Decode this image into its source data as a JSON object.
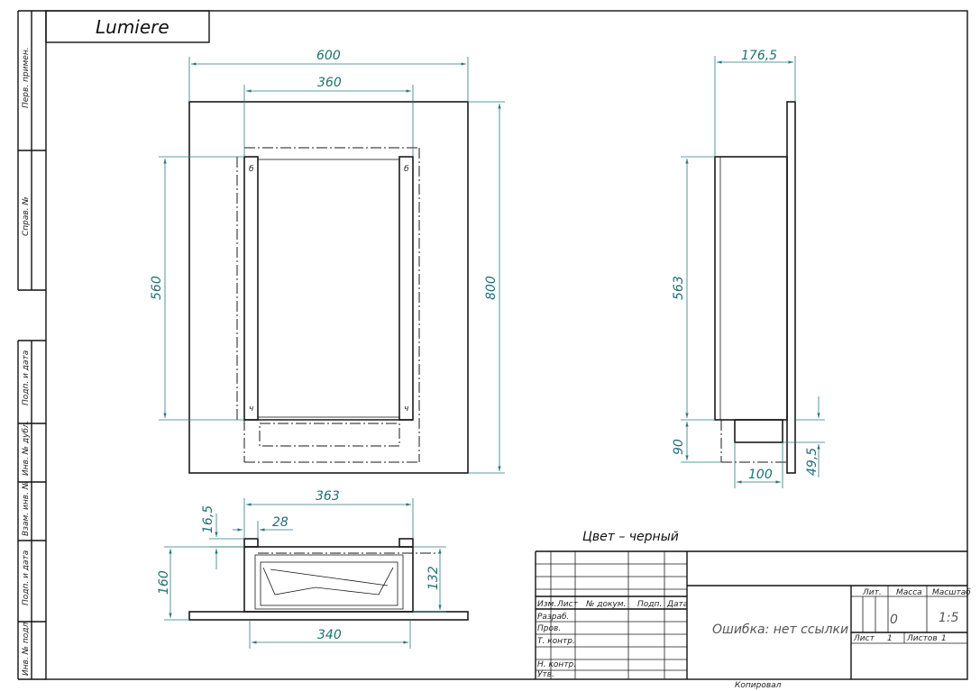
{
  "brand": "Lumiere",
  "note": "Цвет – черный",
  "side_labels": [
    "Перв. примен.",
    "Справ. №",
    "Подп. и дата",
    "Инв. № дубл.",
    "Взам. инв. №",
    "Подп. и дата",
    "Инв. № подл."
  ],
  "front_view": {
    "width_outer": "600",
    "width_inner": "360",
    "height_outer": "800",
    "height_inner": "560",
    "corner_marks": [
      "б",
      "б",
      "ч",
      "ч"
    ]
  },
  "side_view": {
    "depth_total": "176,5",
    "height_body": "563",
    "gap_bottom": "90",
    "bottom_width": "100",
    "offset_small": "49,5"
  },
  "top_view": {
    "width_top": "363",
    "offset_side": "28",
    "offset_top": "16,5",
    "height_left": "160",
    "height_right": "132",
    "width_bottom": "340"
  },
  "title_block": {
    "headers": [
      "Изм.",
      "Лист",
      "№ докум.",
      "Подп.",
      "Дата"
    ],
    "roles": [
      "Разраб.",
      "Пров.",
      "Т. контр.",
      "Н. контр.",
      "Утв."
    ],
    "doc_name": "Ошибка: нет ссылки",
    "lit_label": "Лит.",
    "mass_label": "Масса",
    "scale_label": "Масштаб",
    "mass_value": "0",
    "scale_value": "1:5",
    "sheet_label": "Лист",
    "sheet_value": "1",
    "sheets_label": "Листов",
    "sheets_value": "1"
  },
  "footer": "Копировал"
}
